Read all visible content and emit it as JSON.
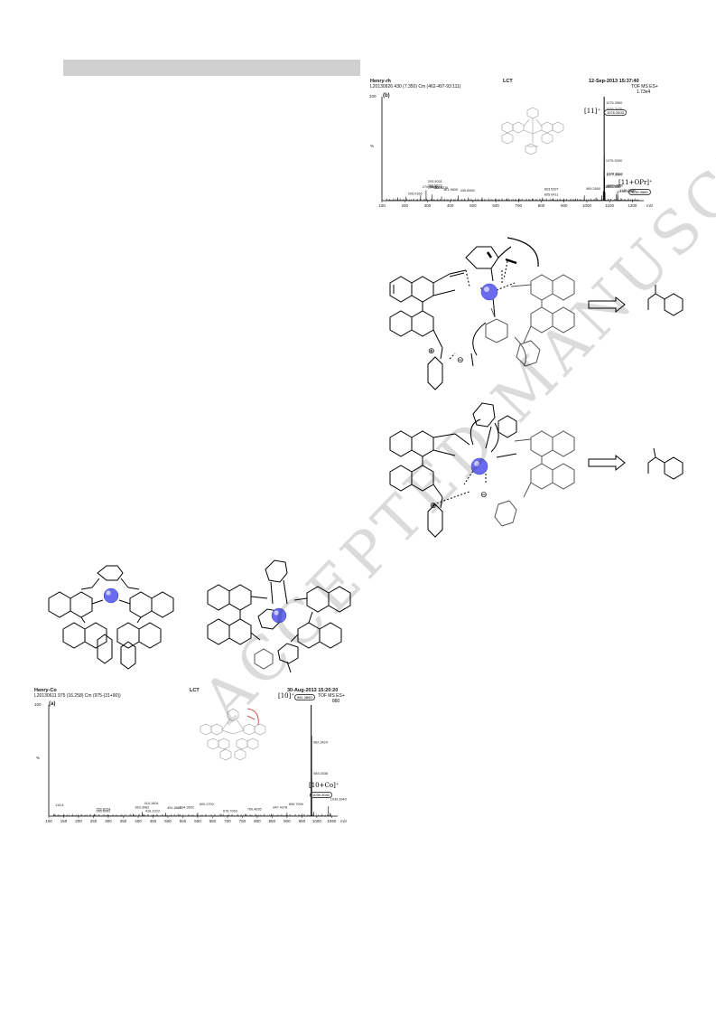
{
  "header_bar": "",
  "ms_b": {
    "sample": "Henry-rh",
    "file": "L20130926 430 (7.350) Cm (462-497-93:111)",
    "center": "LCT",
    "date": "12-Sep-2013 15:37:40",
    "mode": "TOF MS ES+",
    "intensity": "1.73e4",
    "panel_label": "(b)",
    "y_top": "100",
    "y_mid": "%",
    "x_ticks": [
      "100",
      "200",
      "300",
      "400",
      "500",
      "600",
      "700",
      "800",
      "900",
      "1000",
      "1100",
      "1200"
    ],
    "x_unit": "m/z",
    "ion_main": "[11]⁺",
    "ion_main_val": "1076.3403",
    "ion_minor": "[11+OPr]⁺",
    "ion_minor_val": "1135.3560",
    "peak_labels": [
      "1076.3960",
      "1076.3470",
      "1077.3400",
      "1075.3390",
      "1078.3610",
      "1072.3380",
      "1080.3620",
      "1066.2700",
      "1130.3620",
      "1136.3600",
      "989.2690",
      "803.5397",
      "805.0411",
      "435.8956",
      "320.0216",
      "293.9031",
      "294.8664",
      "293.9622",
      "361.9605",
      "270.9819",
      "206.0166"
    ]
  },
  "ms_a": {
    "sample": "Henry-Co",
    "file": "L20130611 975 (16.258) Cm (975-(31+90))",
    "center": "LCT",
    "date": "30-Aug-2013 15:20:20",
    "mode": "TOF MS ES+",
    "intensity": "880",
    "panel_label": "(a)",
    "y_top": "100",
    "y_mid": "%",
    "x_ticks": [
      "100",
      "150",
      "200",
      "250",
      "300",
      "350",
      "400",
      "450",
      "500",
      "550",
      "600",
      "650",
      "700",
      "750",
      "800",
      "850",
      "900",
      "950",
      "1000",
      "1050"
    ],
    "x_unit": "m/z",
    "ion_main": "[10]⁺",
    "ion_main_val": "981.3860",
    "ion_minor": "[10+Co]⁺",
    "ion_minor_val": "1039.3040",
    "peak_labels": [
      "982.3424",
      "983.3438",
      "1039.3940",
      "115.8",
      "260.6992",
      "252.8724",
      "383.3082",
      "414.1604",
      "418.1023",
      "491.6880",
      "534.3602",
      "600.2700",
      "678.7063",
      "760.4635",
      "847.4378",
      "899.7999"
    ]
  },
  "scheme": {
    "charge_plus": "⊕",
    "charge_minus": "⊖"
  },
  "watermark": "ACCEPTED MANUSCRIPT",
  "chart_data": [
    {
      "type": "bar",
      "title": "",
      "xlabel": "m/z",
      "ylabel": "%",
      "xlim": [
        100,
        1250
      ],
      "ylim": [
        0,
        100
      ],
      "series": [
        {
          "x": [
            170,
            206,
            270,
            294,
            320,
            362,
            436,
            480,
            540,
            600,
            650,
            700,
            760,
            805,
            850,
            900,
            950,
            989,
            1040,
            1066,
            1072,
            1075,
            1076,
            1077,
            1078,
            1080,
            1130,
            1135,
            1136,
            1150,
            1200
          ],
          "values": [
            3,
            4,
            5,
            10,
            6,
            4,
            5,
            3,
            3,
            2,
            2,
            2,
            2,
            3,
            2,
            2,
            2,
            5,
            3,
            5,
            9,
            30,
            100,
            43,
            23,
            8,
            6,
            9,
            5,
            2,
            1
          ]
        }
      ]
    },
    {
      "type": "bar",
      "title": "",
      "xlabel": "m/z",
      "ylabel": "%",
      "xlim": [
        100,
        1070
      ],
      "ylim": [
        0,
        100
      ],
      "series": [
        {
          "x": [
            116,
            150,
            200,
            253,
            300,
            383,
            414,
            418,
            450,
            492,
            534,
            600,
            679,
            700,
            760,
            800,
            847,
            900,
            950,
            981,
            982,
            983,
            990,
            1039,
            1045
          ],
          "values": [
            2,
            1,
            1,
            2,
            1,
            2,
            4,
            2,
            1,
            3,
            2,
            3,
            2,
            1,
            2,
            1,
            2,
            3,
            2,
            100,
            72,
            34,
            4,
            9,
            3
          ]
        }
      ]
    }
  ]
}
